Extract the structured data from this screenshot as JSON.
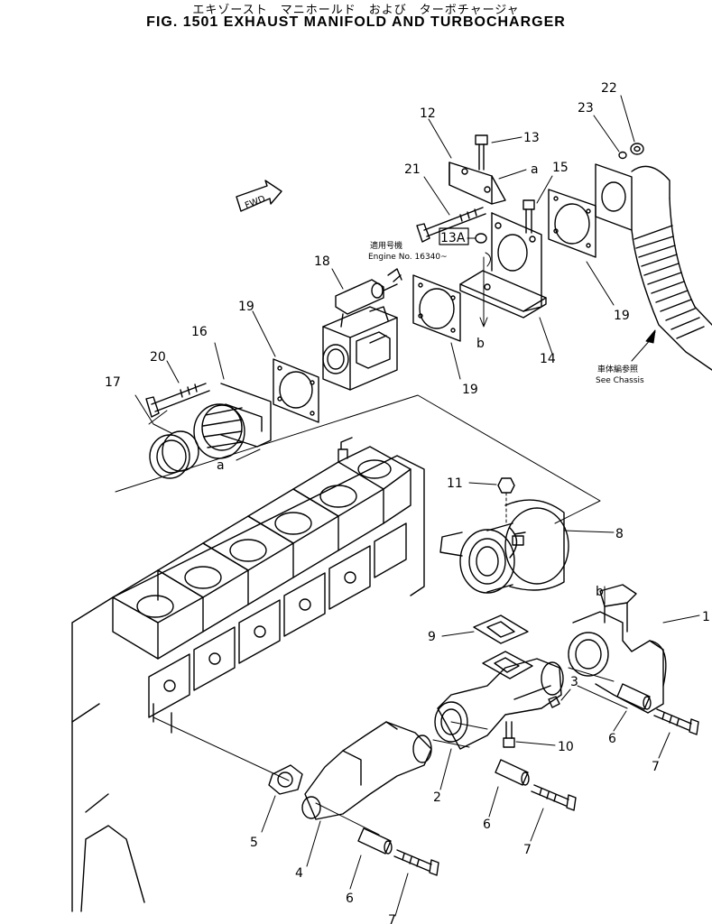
{
  "title_jp": "エキゾースト　マニホールド　および　ターボチャージャ",
  "title_en": "FIG. 1501  EXHAUST MANIFOLD AND TURBOCHARGER",
  "fwd_label": "FWD",
  "callouts": {
    "p1": "1",
    "p2": "2",
    "p3": "3",
    "p4": "4",
    "p5": "5",
    "p6a": "6",
    "p6b": "6",
    "p6c": "6",
    "p7a": "7",
    "p7b": "7",
    "p7c": "7",
    "p8": "8",
    "p9": "9",
    "p10": "10",
    "p11": "11",
    "p12": "12",
    "p13": "13",
    "p13a": "13A",
    "p14": "14",
    "p15": "15",
    "p16": "16",
    "p17": "17",
    "p18": "18",
    "p19a": "19",
    "p19b": "19",
    "p19c": "19",
    "p20": "20",
    "p21": "21",
    "p22": "22",
    "p23": "23",
    "ref_a1": "a",
    "ref_a2": "a",
    "ref_b1": "b",
    "ref_b2": "b"
  },
  "notes": {
    "engine_jp": "適用号機",
    "engine_no": "Engine No. 16340~",
    "chassis_jp": "車体編参照",
    "chassis_en": "See Chassis"
  }
}
